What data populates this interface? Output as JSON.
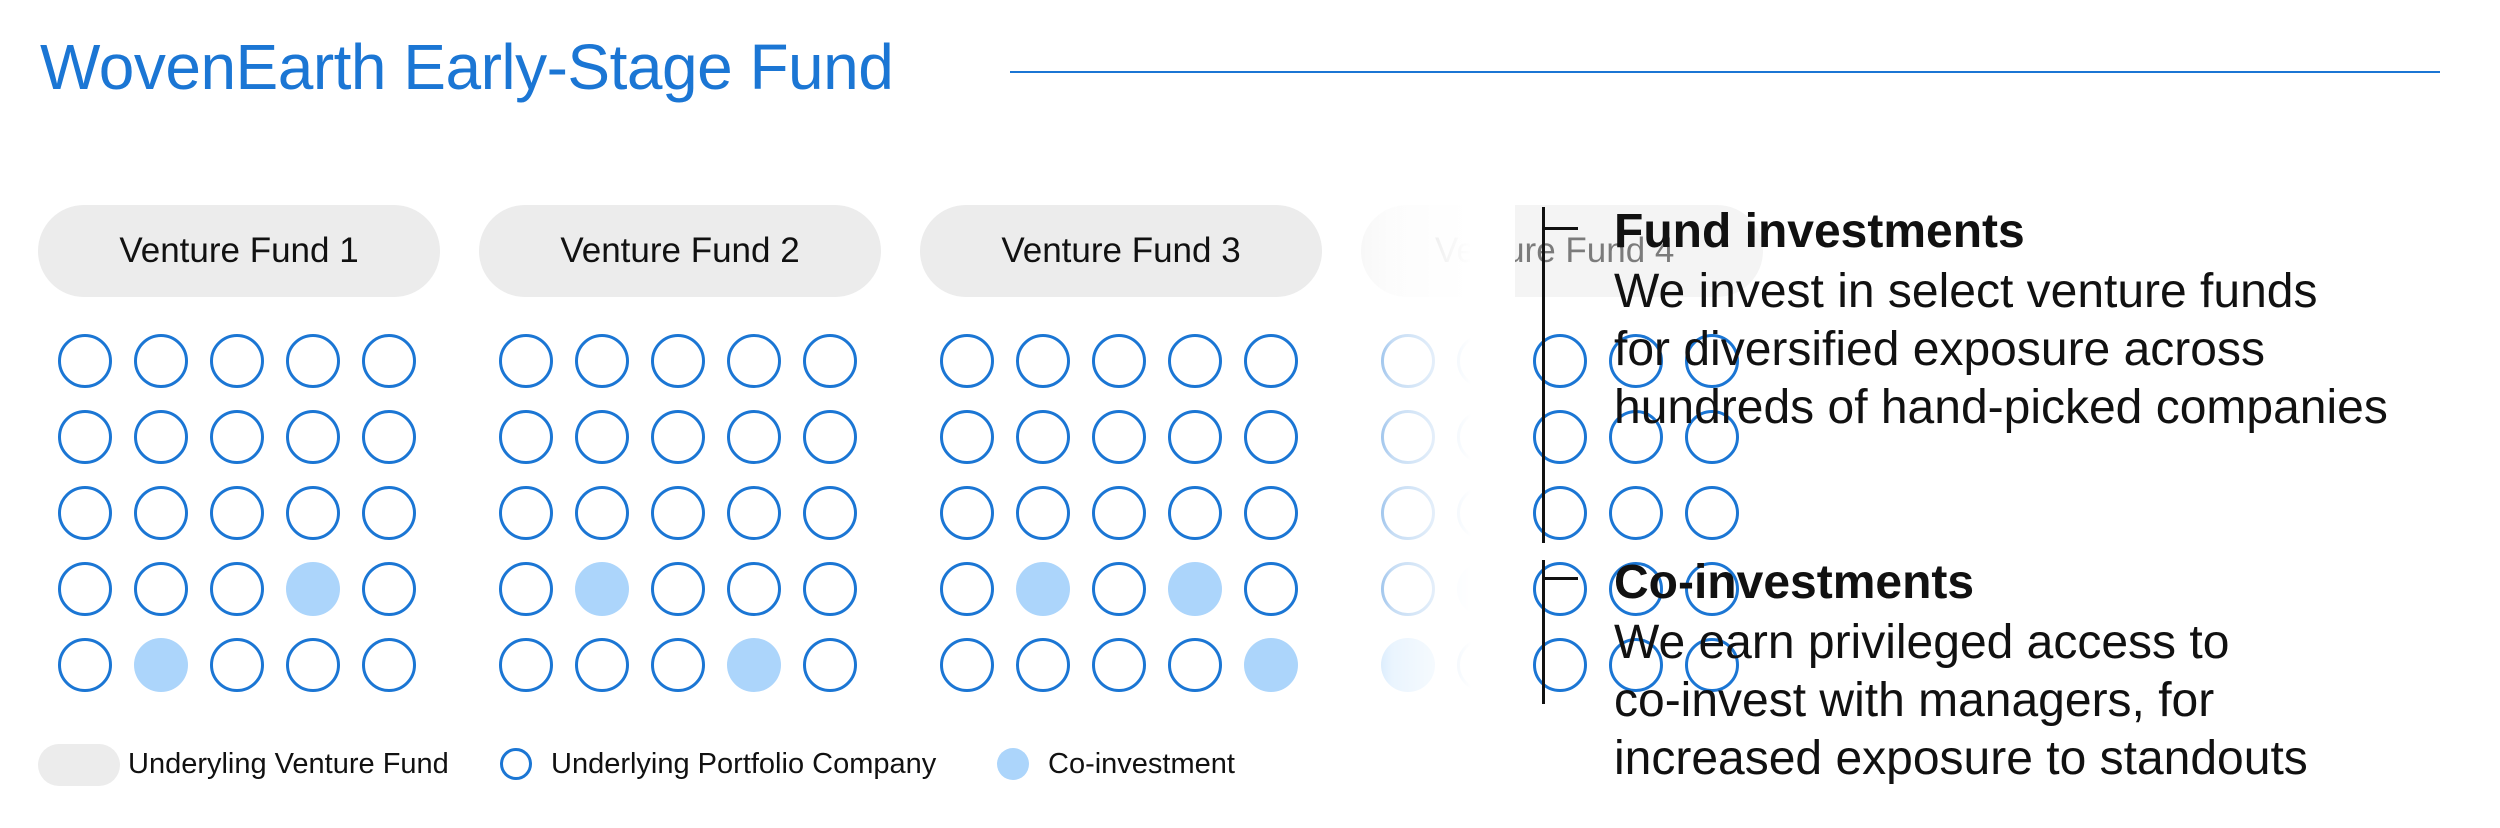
{
  "title": "WovenEarth Early-Stage Fund",
  "colors": {
    "accent": "#1b76d4",
    "co_investment_fill": "#acd5fb",
    "fund_pill": "#ececec",
    "text": "#111111"
  },
  "funds": [
    {
      "label": "Venture Fund 1",
      "grid": [
        [
          0,
          0,
          0,
          0,
          0
        ],
        [
          0,
          0,
          0,
          0,
          0
        ],
        [
          0,
          0,
          0,
          0,
          0
        ],
        [
          0,
          0,
          0,
          1,
          0
        ],
        [
          0,
          1,
          0,
          0,
          0
        ]
      ]
    },
    {
      "label": "Venture Fund 2",
      "grid": [
        [
          0,
          0,
          0,
          0,
          0
        ],
        [
          0,
          0,
          0,
          0,
          0
        ],
        [
          0,
          0,
          0,
          0,
          0
        ],
        [
          0,
          1,
          0,
          0,
          0
        ],
        [
          0,
          0,
          0,
          1,
          0
        ]
      ]
    },
    {
      "label": "Venture Fund 3",
      "grid": [
        [
          0,
          0,
          0,
          0,
          0
        ],
        [
          0,
          0,
          0,
          0,
          0
        ],
        [
          0,
          0,
          0,
          0,
          0
        ],
        [
          0,
          1,
          0,
          1,
          0
        ],
        [
          0,
          0,
          0,
          0,
          1
        ]
      ]
    },
    {
      "label": "Venture Fund 4",
      "faded": true,
      "grid": [
        [
          0,
          0,
          0,
          0,
          0
        ],
        [
          0,
          0,
          0,
          0,
          0
        ],
        [
          0,
          0,
          0,
          0,
          0
        ],
        [
          0,
          1,
          0,
          0,
          0
        ],
        [
          1,
          0,
          0,
          0,
          0
        ]
      ]
    }
  ],
  "legend": {
    "fund": "Underyling Venture Fund",
    "company": "Underlying Portfolio Company",
    "co_investment": "Co-investment"
  },
  "sections": {
    "fund_investments": {
      "heading": "Fund investments",
      "lines": [
        "We invest in select venture funds",
        "for diversified exposure across",
        "hundreds of hand-picked companies"
      ]
    },
    "co_investments": {
      "heading": "Co-investments",
      "lines": [
        "We earn privileged access to",
        "co-invest with managers, for",
        "increased exposure to standouts"
      ]
    }
  }
}
